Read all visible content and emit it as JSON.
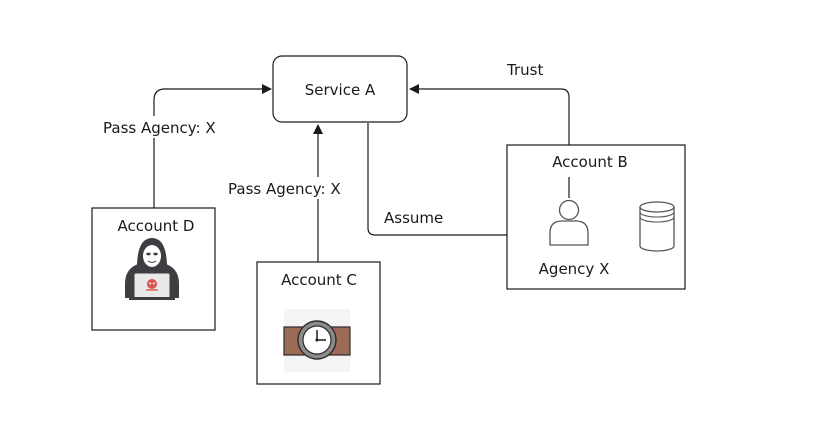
{
  "nodes": {
    "service_a": "Service A",
    "account_b": "Account B",
    "account_c": "Account C",
    "account_d": "Account D",
    "agency_x": "Agency X"
  },
  "edges": {
    "trust": "Trust",
    "assume": "Assume",
    "pass_agency_d": "Pass Agency: X",
    "pass_agency_c": "Pass Agency: X"
  },
  "icons": {
    "account_d": "hacker-icon",
    "account_c": "wristwatch-icon",
    "agency_x": "user-icon",
    "storage": "database-icon"
  },
  "colors": {
    "stroke": "#1a1a1a",
    "hacker_body": "#3d3d42",
    "hacker_skull": "#d9534f",
    "watch_strap": "#9c6b55",
    "icon_gray": "#555555"
  }
}
